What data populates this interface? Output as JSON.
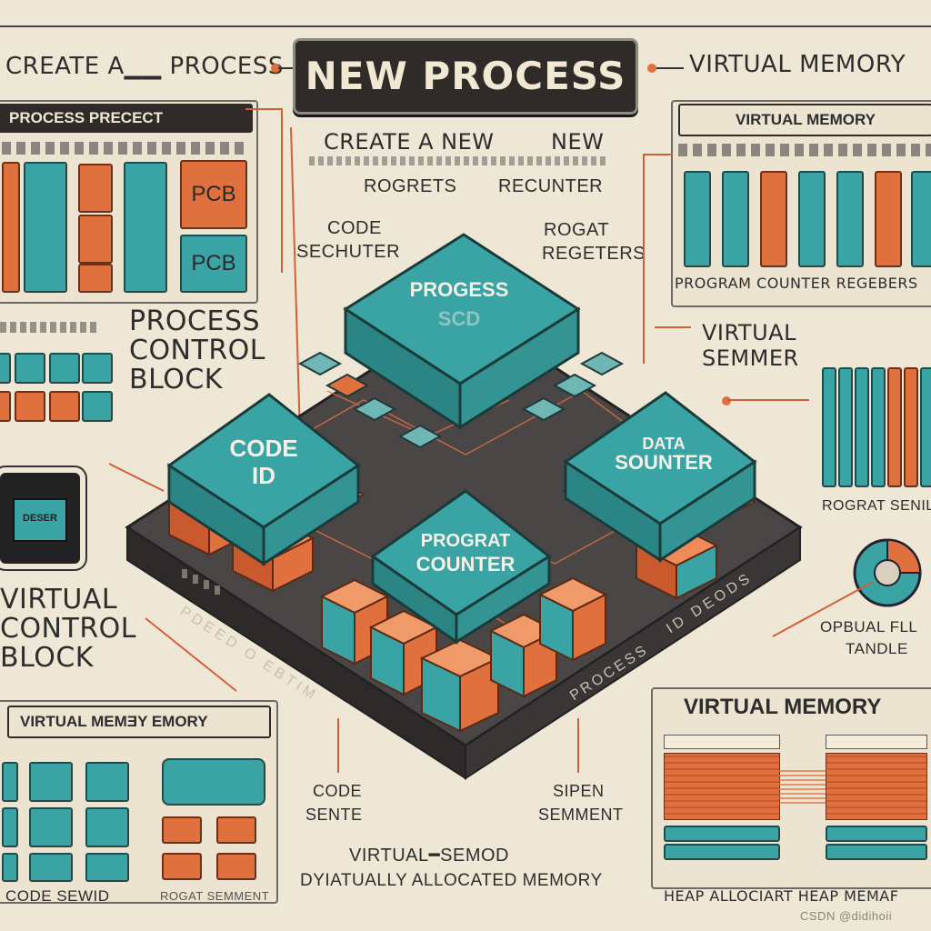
{
  "title": "NEW PROCESS",
  "top_left_caption": "CREATE A▁▁ PROCESS",
  "top_right_caption": "VIRTUAL MEMORY",
  "center_top": {
    "line1": "CREATE A NEW",
    "line1b": "NEW",
    "line2a": "ROGRETS",
    "line2b": "RECUNTER"
  },
  "panel_tl": {
    "header": "PROCESS PRECECT",
    "pcb1": "PCB",
    "pcb2": "PCB"
  },
  "left_mid": {
    "title1": "PROCESS",
    "title2": "CONTROL",
    "title3": "BLOCK"
  },
  "left_lower": {
    "line1": "VIRTUAL",
    "line2": "CONTROL",
    "line3": "BLOCK"
  },
  "chip_label": "DESER",
  "panel_bl": {
    "header": "VIRTUAL MEMƎY EMORY",
    "footer": "CODE SEWID",
    "footer2": "ROGAT SEMMENT"
  },
  "panel_tr": {
    "header": "VIRTUAL MEMORY",
    "footer": "PROGRAM COUNTER REGEBERS"
  },
  "right_mid": {
    "title1": "VIRTUAL",
    "title2": "SEMMER",
    "caption": "ROGRAT SENIL"
  },
  "pie_label": "OPBUAL FLL",
  "pie_label2": "TANDLE",
  "panel_br": {
    "header": "VIRTUAL MEMORY",
    "footer": "HEAP ALLOCIART HEAP MEMAF"
  },
  "annotations": {
    "code_sechuter": [
      "CODE",
      "SECHUTER"
    ],
    "rogat_regeters": [
      "ROGAT",
      "REGETERS"
    ],
    "code_sente": [
      "CODE",
      "SENTE"
    ],
    "sipen_semment": [
      "SIPEN",
      "SEMMENT"
    ],
    "virtual_semod": "VIRTUAL━SEMOD",
    "dynamic_alloc": "DYIATUALLY ALLOCATED MEMORY"
  },
  "blocks": {
    "top": [
      "PROGESS",
      "SCD"
    ],
    "left": [
      "CODE",
      "ID"
    ],
    "right": [
      "DATA",
      "SOUNTER"
    ],
    "center": [
      "PROGRAT",
      "COUNTER"
    ]
  },
  "platform_text_left": "PDEED O EBTIM",
  "platform_text_right": "ID DEODS",
  "platform_text_front": "PROCESS",
  "watermark": "CSDN @didihoii",
  "colors": {
    "teal": "#3aa3a3",
    "orange": "#e0703e",
    "dark": "#2f2b29",
    "paper": "#efe7d6"
  }
}
